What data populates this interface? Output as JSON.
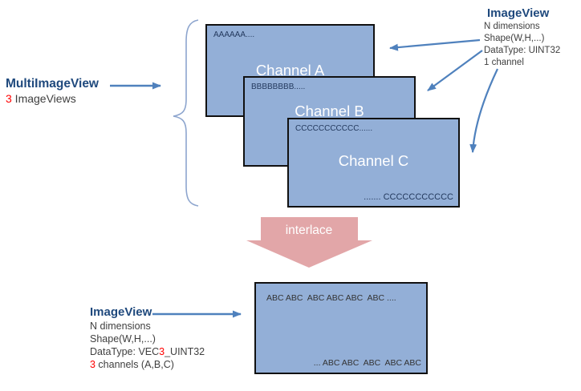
{
  "colors": {
    "box_fill": "#93afd7",
    "box_border": "#111111",
    "arrow_blue": "#4f81bd",
    "brace_blue": "#8da5ce",
    "header_blue": "#1f497d",
    "body_text": "#3f3f3f",
    "red_accent": "#ff0000",
    "interlace_pink": "#e2a6a8",
    "channel_label_text": "#ffffff"
  },
  "multi_image_view": {
    "title": "MultiImageView",
    "count_red": "3",
    "count_label": " ImageViews"
  },
  "image_view_top": {
    "title": "ImageView",
    "lines": [
      "N dimensions",
      "Shape(W,H,...)",
      "DataType: UINT32",
      "1 channel"
    ]
  },
  "channels": [
    {
      "name": "Channel A",
      "header_text": "AAAAAA...."
    },
    {
      "name": "Channel B",
      "header_text": "BBBBBBBB....."
    },
    {
      "name": "Channel C",
      "header_text": "CCCCCCCCCCC......",
      "footer_text": "....... CCCCCCCCCCC"
    }
  ],
  "interlace_arrow": {
    "label": "interlace"
  },
  "image_view_bottom": {
    "title": "ImageView",
    "line1": "N dimensions",
    "line2": "Shape(W,H,...)",
    "line3_prefix": "DataType: VEC",
    "line3_red": "3",
    "line3_suffix": "_UINT32",
    "line4_red": "3",
    "line4_suffix": " channels (A,B,C)"
  },
  "result_box": {
    "top_text": "ABC ABC  ABC ABC ABC  ABC ....",
    "bottom_text": "... ABC ABC  ABC  ABC ABC"
  }
}
